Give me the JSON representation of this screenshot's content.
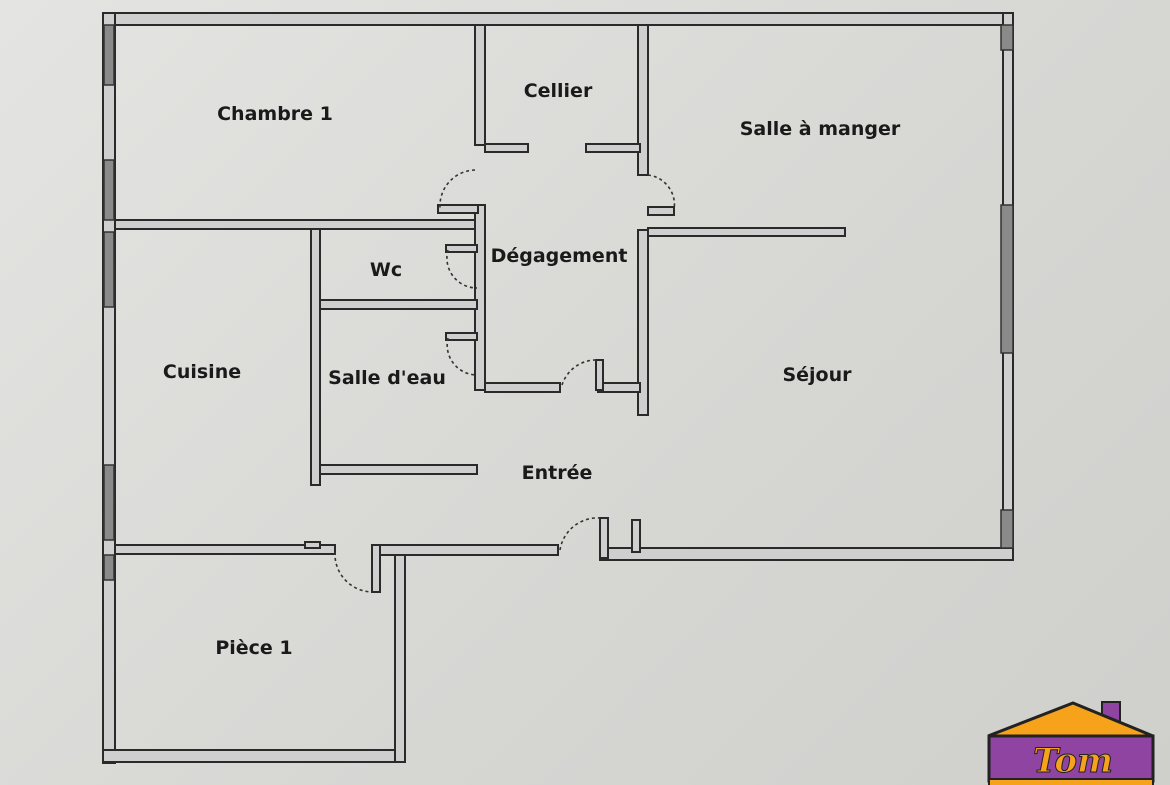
{
  "plan": {
    "rooms": [
      {
        "id": "chambre-1",
        "label": "Chambre 1"
      },
      {
        "id": "cellier",
        "label": "Cellier"
      },
      {
        "id": "salle-a-manger",
        "label": "Salle à manger"
      },
      {
        "id": "degagement",
        "label": "Dégagement"
      },
      {
        "id": "wc",
        "label": "Wc"
      },
      {
        "id": "cuisine",
        "label": "Cuisine"
      },
      {
        "id": "salle-d-eau",
        "label": "Salle d'eau"
      },
      {
        "id": "sejour",
        "label": "Séjour"
      },
      {
        "id": "entree",
        "label": "Entrée"
      },
      {
        "id": "piece-1",
        "label": "Pièce 1"
      }
    ]
  },
  "logo": {
    "text": "Tom",
    "colors": {
      "roof": "#f7a21b",
      "body": "#8e44a0"
    }
  }
}
